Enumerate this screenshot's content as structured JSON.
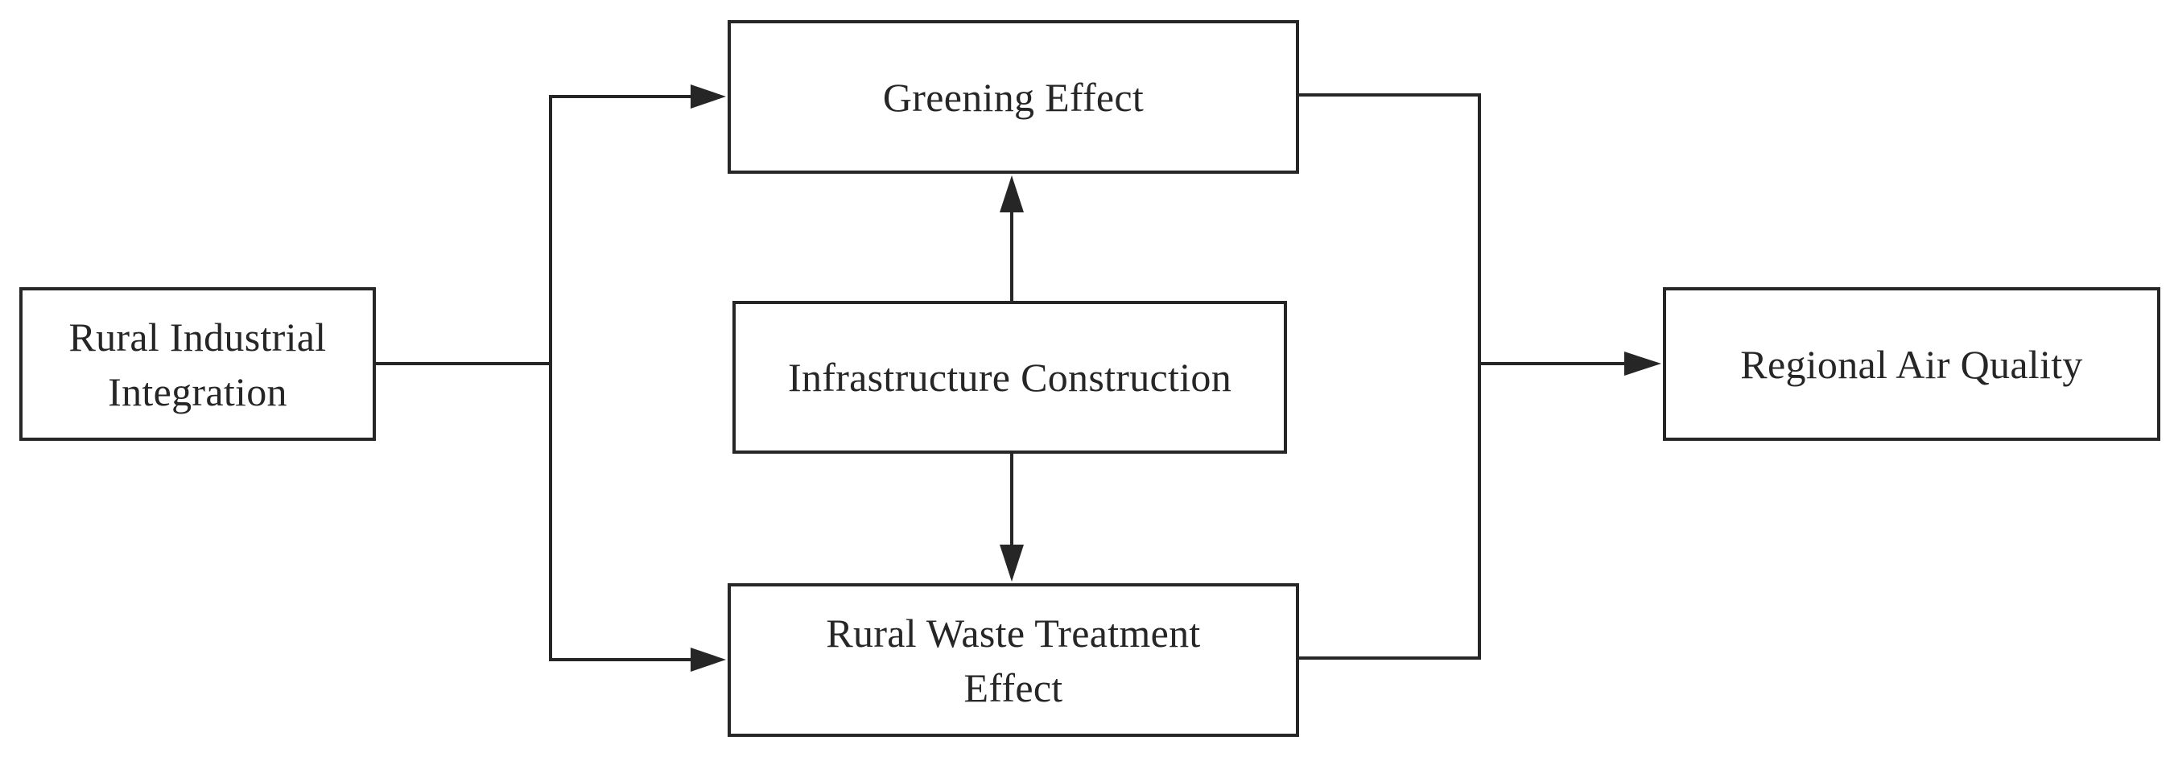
{
  "diagram": {
    "nodes": {
      "rural_industrial_integration": "Rural Industrial\nIntegration",
      "greening_effect": "Greening Effect",
      "infrastructure_construction": "Infrastructure Construction",
      "rural_waste_treatment_effect": "Rural Waste Treatment\nEffect",
      "regional_air_quality": "Regional Air Quality"
    },
    "edges": [
      {
        "from": "Rural Industrial Integration",
        "to": "Greening Effect"
      },
      {
        "from": "Rural Industrial Integration",
        "to": "Rural Waste Treatment Effect"
      },
      {
        "from": "Infrastructure Construction",
        "to": "Greening Effect"
      },
      {
        "from": "Infrastructure Construction",
        "to": "Rural Waste Treatment Effect"
      },
      {
        "from": "Greening Effect",
        "to": "Regional Air Quality"
      },
      {
        "from": "Rural Waste Treatment Effect",
        "to": "Regional Air Quality"
      }
    ],
    "colors": {
      "stroke": "#262626",
      "background": "#ffffff"
    }
  }
}
